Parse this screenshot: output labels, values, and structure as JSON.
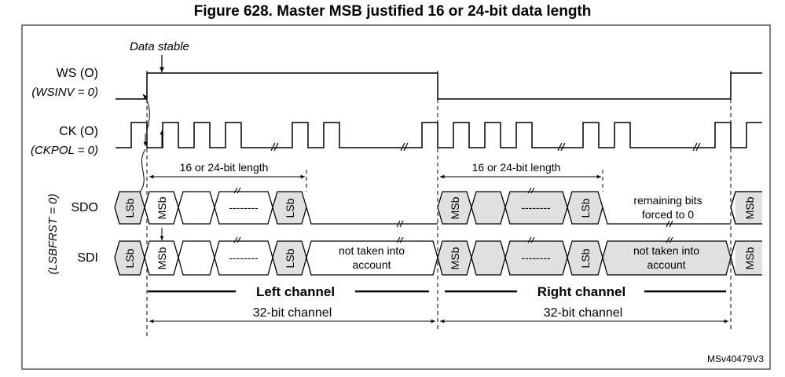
{
  "figure": {
    "title": "Figure 628. Master MSB justified 16 or 24-bit data length",
    "ref_code": "MSv40479V3"
  },
  "annotations": {
    "data_stable": "Data stable",
    "length_left": "16 or 24-bit length",
    "length_right": "16 or 24-bit length",
    "remaining_line1": "remaining bits",
    "remaining_line2": "forced to 0",
    "not_taken_line1": "not taken into",
    "not_taken_line2": "account",
    "dots": "--------",
    "left_channel": "Left channel",
    "right_channel": "Right channel",
    "channel_32_left": "32-bit channel",
    "channel_32_right": "32-bit channel"
  },
  "signals": {
    "ws": {
      "name": "WS (O)",
      "note": "(WSINV = 0)"
    },
    "ck": {
      "name": "CK (O)",
      "note": "(CKPOL = 0)"
    },
    "sdo": {
      "name": "SDO"
    },
    "sdi": {
      "name": "SDI"
    },
    "lsbfrst": "(LSBFRST = 0)"
  },
  "bits": {
    "lsb": "LSb",
    "msb": "MSb"
  },
  "colors": {
    "shaded_cell": "#e0e0e0",
    "line": "#000000",
    "frame": "#000000"
  }
}
